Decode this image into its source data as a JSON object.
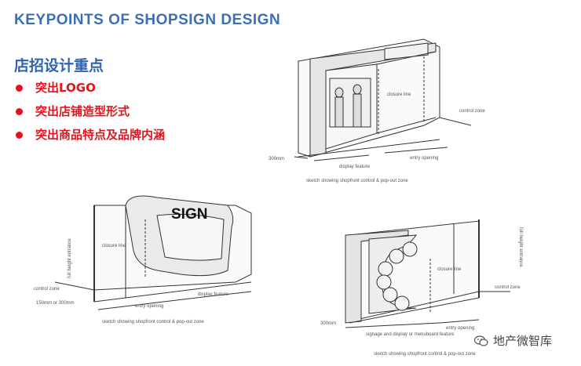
{
  "title": {
    "en": "KEYPOINTS OF SHOPSIGN DESIGN",
    "cn": "店招设计重点"
  },
  "bullets": [
    "突出LOGO",
    "突出店铺造型形式",
    "突出商品特点及品牌内涵"
  ],
  "sketch1": {
    "closure": "closure line",
    "control": "control zone",
    "dim300": "300mm",
    "display": "display feature",
    "entry": "entry opening",
    "caption": "sketch showing shopfront control & pop-out zone"
  },
  "sketch2": {
    "sign": "SIGN",
    "closure": "closure line",
    "fullheight": "full height entrance",
    "control": "control zone",
    "dim": "150mm or 300mm",
    "entry": "entry opening",
    "display": "display feature",
    "caption": "sketch showing shopfront control & pop-out zone"
  },
  "sketch3": {
    "closure": "closure line",
    "fullheight": "full height entrance",
    "control": "control zone",
    "dim300": "300mm",
    "signage": "signage and display or menuboard feature",
    "entry": "entry opening",
    "caption": "sketch showing shopfront control & pop-out zone"
  },
  "watermark": "地产微智库",
  "colors": {
    "title": "#3d6fb5",
    "bullet": "#e0141e"
  }
}
